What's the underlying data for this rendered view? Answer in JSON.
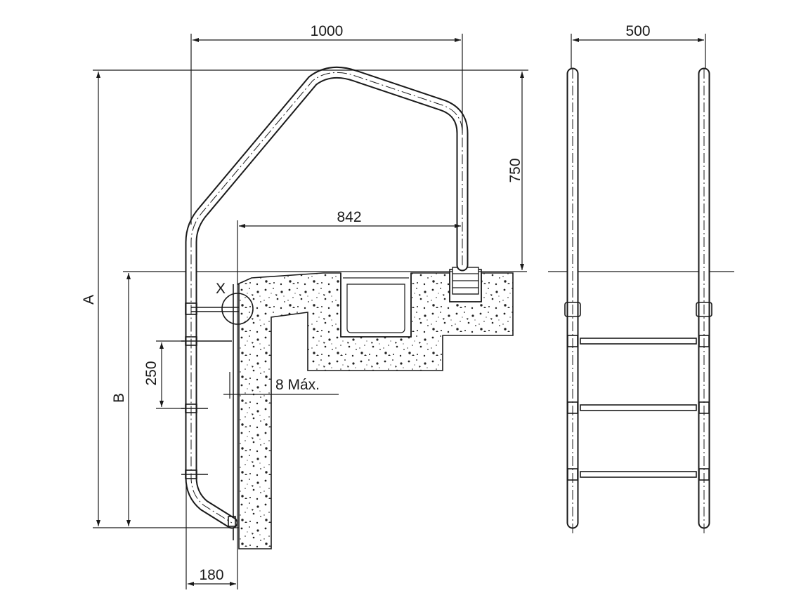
{
  "dimensions": {
    "overall_width": "1000",
    "rail_height": "750",
    "inner_width": "842",
    "step_spacing": "250",
    "wall_gap": "8 Máx.",
    "wall_offset": "180",
    "ladder_width": "500",
    "total_height_label": "A",
    "underwater_height_label": "B",
    "detail_label": "X"
  }
}
